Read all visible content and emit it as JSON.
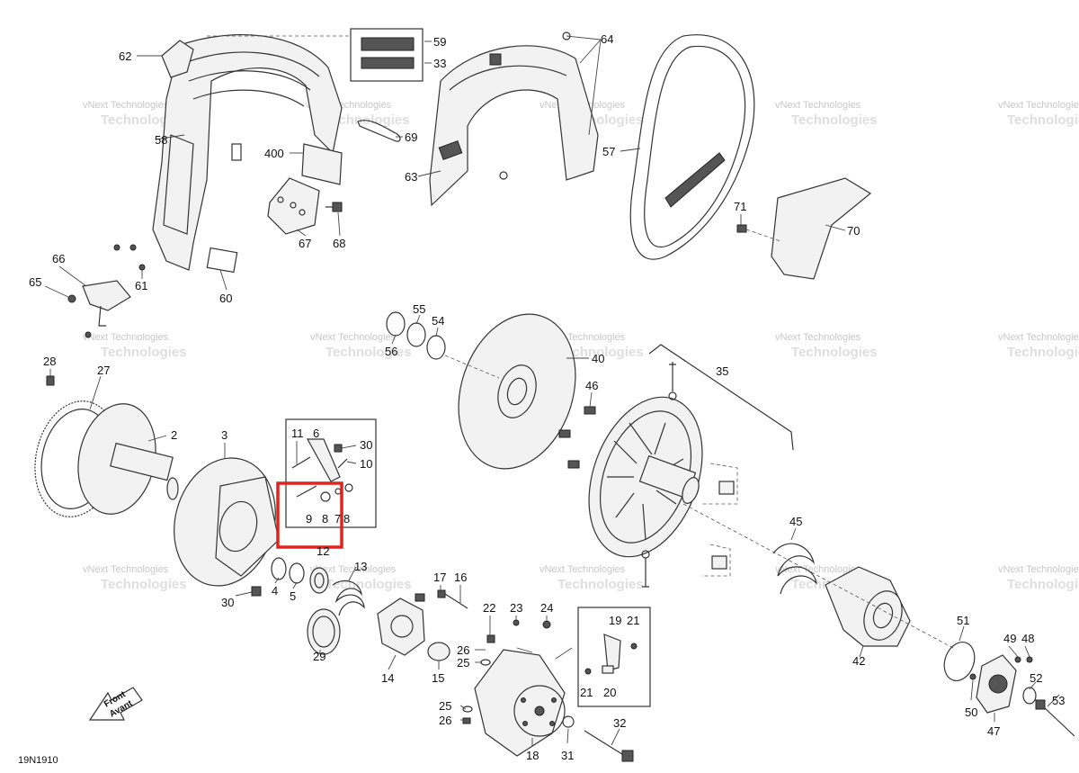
{
  "diagram_code": "19N1910",
  "front_label_line1": "Front",
  "front_label_line2": "Avant",
  "watermark_line1": "vNext Technologies",
  "watermark_line2": "Technologies",
  "highlight_color": "#e0241c",
  "callouts": [
    "62",
    "59",
    "33",
    "64",
    "69",
    "400",
    "58",
    "63",
    "57",
    "67",
    "68",
    "71",
    "70",
    "66",
    "65",
    "61",
    "60",
    "55",
    "54",
    "56",
    "40",
    "35",
    "28",
    "27",
    "2",
    "3",
    "11",
    "6",
    "30",
    "10",
    "46",
    "9",
    "8",
    "7",
    "8b",
    "45",
    "4",
    "5",
    "12",
    "13",
    "30b",
    "17",
    "16",
    "22",
    "23",
    "24",
    "19",
    "21",
    "29",
    "26",
    "25",
    "14",
    "15",
    "51",
    "49",
    "48",
    "42",
    "21b",
    "20",
    "52",
    "50",
    "25b",
    "26b",
    "18",
    "31",
    "32",
    "47",
    "53"
  ],
  "labels": {
    "c62": "62",
    "c59": "59",
    "c33": "33",
    "c64": "64",
    "c69": "69",
    "c400": "400",
    "c58": "58",
    "c63": "63",
    "c57": "57",
    "c67": "67",
    "c68": "68",
    "c71": "71",
    "c70": "70",
    "c66": "66",
    "c65": "65",
    "c61": "61",
    "c60": "60",
    "c55": "55",
    "c54": "54",
    "c56": "56",
    "c40": "40",
    "c35": "35",
    "c28": "28",
    "c27": "27",
    "c2": "2",
    "c3": "3",
    "c11": "11",
    "c6": "6",
    "c30": "30",
    "c10": "10",
    "c46": "46",
    "c9": "9",
    "c8": "8",
    "c7": "7",
    "c8b": "8",
    "c45": "45",
    "c4": "4",
    "c5": "5",
    "c12": "12",
    "c13": "13",
    "c30b": "30",
    "c17": "17",
    "c16": "16",
    "c22": "22",
    "c23": "23",
    "c24": "24",
    "c19": "19",
    "c21": "21",
    "c29": "29",
    "c26": "26",
    "c25": "25",
    "c14": "14",
    "c15": "15",
    "c51": "51",
    "c49": "49",
    "c48": "48",
    "c42": "42",
    "c21b": "21",
    "c20": "20",
    "c52": "52",
    "c50": "50",
    "c25b": "25",
    "c26b": "26",
    "c18": "18",
    "c31": "31",
    "c32": "32",
    "c47": "47",
    "c53": "53"
  }
}
